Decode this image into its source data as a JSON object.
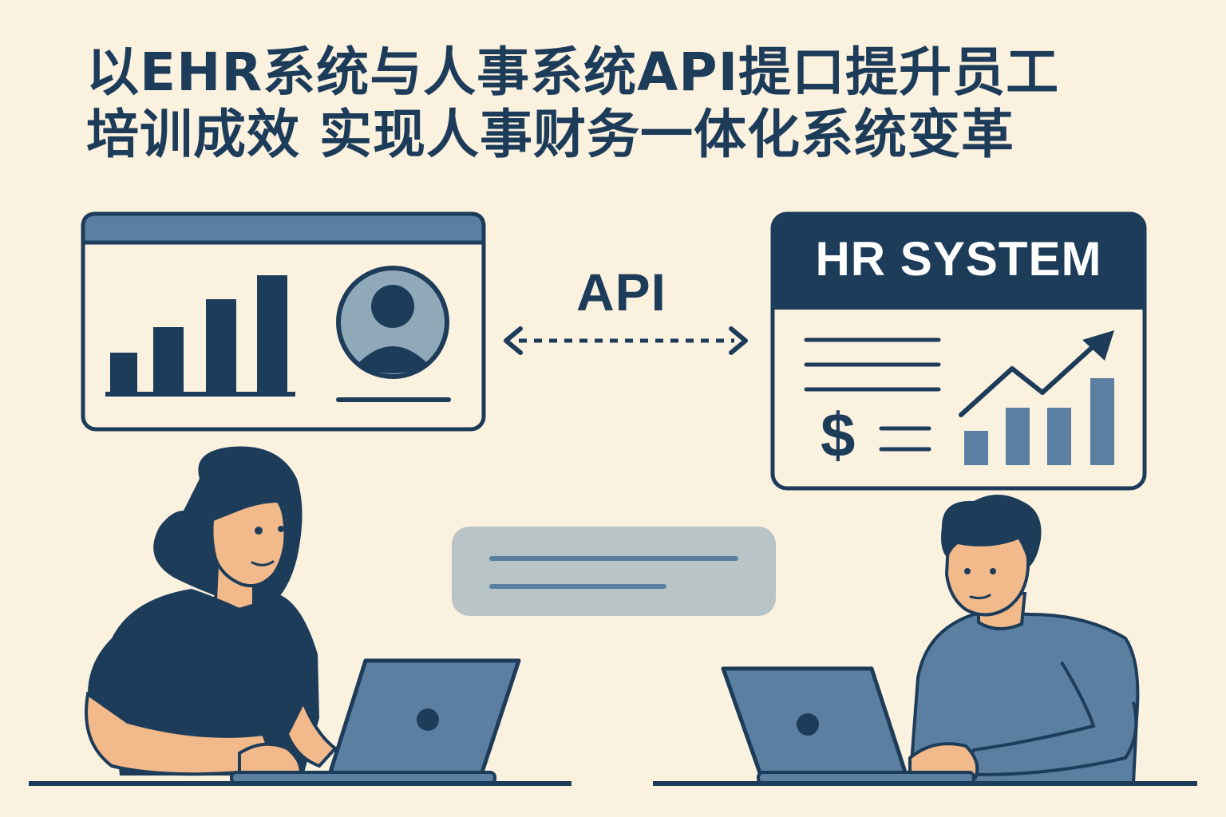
{
  "title": {
    "line1": "以EHR系统与人事系统API提口提升员工",
    "line2": "培训成效  实现人事财务一体化系统变革"
  },
  "api_label": "API",
  "hr_panel": {
    "title": "HR SYSTEM",
    "currency_symbol": "$"
  },
  "colors": {
    "background": "#fbf1df",
    "navy": "#1c3c5a",
    "steel_blue": "#5a7fa0",
    "grey_blue": "#8fa9b8",
    "skin": "#f2b98a"
  }
}
